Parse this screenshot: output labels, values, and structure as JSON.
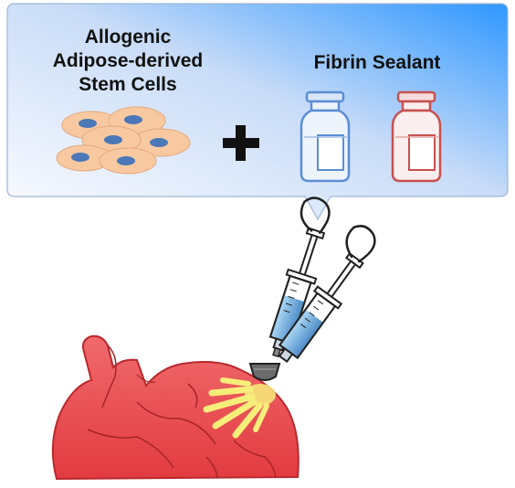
{
  "callout": {
    "cells_label": [
      "Allogenic",
      "Adipose-derived",
      "Stem Cells"
    ],
    "plus_symbol": "+",
    "sealant_label": "Fibrin Sealant"
  },
  "colors": {
    "callout_gradient_start": "#f2f6fe",
    "callout_gradient_end": "#2e97ff",
    "cell_fill": "#f8c9a0",
    "cell_nucleus": "#4a78b8",
    "vial_blue": "#5a8ed6",
    "vial_red": "#c8504e",
    "tissue": "#e8474a",
    "spray": "#f7ee7a"
  }
}
